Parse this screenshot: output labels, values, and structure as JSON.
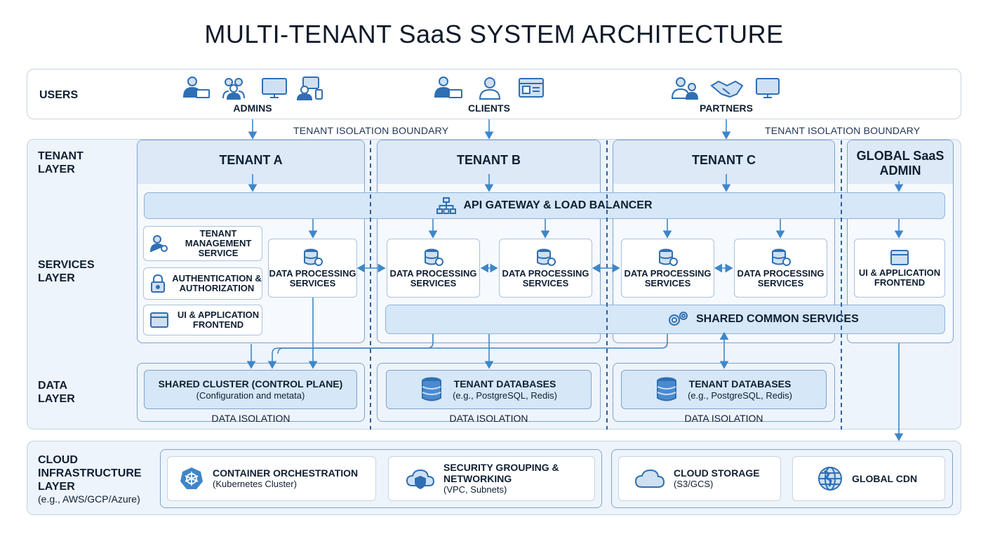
{
  "title": "MULTI-TENANT SaaS SYSTEM ARCHITECTURE",
  "users": {
    "label": "USERS",
    "groups": [
      "ADMINS",
      "CLIENTS",
      "PARTNERS"
    ]
  },
  "boundary_label": "TENANT ISOLATION BOUNDARY",
  "layers": {
    "tenant": "TENANT LAYER",
    "services": "SERVICES LAYER",
    "data": "DATA LAYER",
    "cloud": "CLOUD INFRASTRUCTURE LAYER",
    "cloud_sub": "(e.g., AWS/GCP/Azure)"
  },
  "tenants": [
    "TENANT A",
    "TENANT B",
    "TENANT C"
  ],
  "global_admin": "GLOBAL SaaS ADMIN",
  "api_gateway": "API GATEWAY & LOAD BALANCER",
  "tenant_a_services": {
    "mgmt": "TENANT MANAGEMENT SERVICE",
    "auth": "AUTHENTICATION & AUTHORIZATION",
    "ui": "UI & APPLICATION FRONTEND"
  },
  "data_processing": "DATA PROCESSING SERVICES",
  "global_ui": "UI & APPLICATION FRONTEND",
  "shared_common": "SHARED COMMON SERVICES",
  "data": {
    "shared_cluster": "SHARED CLUSTER (CONTROL PLANE)",
    "shared_cluster_sub": "(Configuration and metata)",
    "tenant_db": "TENANT DATABASES",
    "tenant_db_sub": "(e.g., PostgreSQL, Redis)",
    "isolation": "DATA ISOLATION"
  },
  "infra": {
    "container": "CONTAINER ORCHESTRATION",
    "container_sub": "(Kubernetes Cluster)",
    "security": "SECURITY GROUPING & NETWORKING",
    "security_sub": "(VPC, Subnets)",
    "storage": "CLOUD STORAGE",
    "storage_sub": "(S3/GCS)",
    "cdn": "GLOBAL CDN"
  },
  "colors": {
    "accent": "#3f86c8",
    "icon": "#2f6fb3",
    "band": "#eef4fb",
    "bar": "#d6e7f8"
  }
}
